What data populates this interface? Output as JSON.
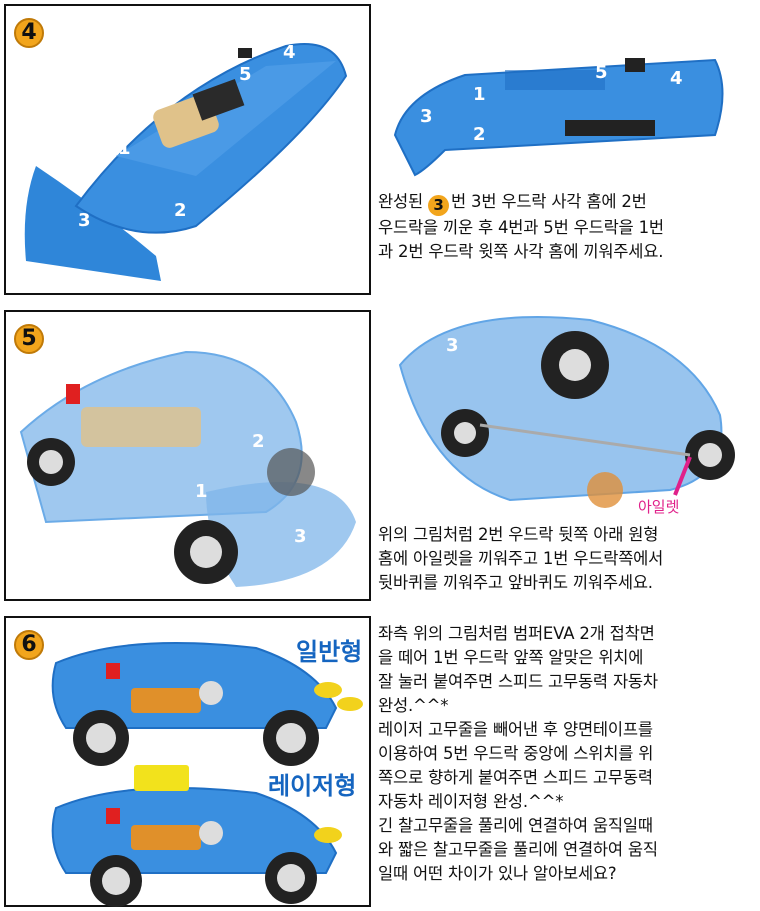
{
  "steps": [
    {
      "number": "4",
      "part_labels_left": [
        "4",
        "5",
        "1",
        "2",
        "3"
      ],
      "part_labels_right": [
        "1",
        "5",
        "4",
        "3",
        "2"
      ],
      "circle_num": "3",
      "lines": [
        "번 3번 우드락 사각 홈에 2번",
        "우드락을 끼운 후 4번과 5번 우드락을 1번",
        "과 2번 우드락 윗쪽 사각 홈에 끼워주세요."
      ],
      "lead": "완성된"
    },
    {
      "number": "5",
      "part_labels_left": [
        "2",
        "1",
        "3"
      ],
      "part_labels_right": [
        "3"
      ],
      "eyelet_label": "아일렛",
      "lines": [
        "위의 그림처럼 2번 우드락 뒷쪽 아래 원형",
        "홈에 아일렛을 끼워주고 1번 우드락쪽에서",
        "뒷바퀴를 끼워주고 앞바퀴도 끼워주세요."
      ]
    },
    {
      "number": "6",
      "variant_normal": "일반형",
      "variant_laser": "레이저형",
      "lines": [
        "좌측 위의 그림처럼 범퍼EVA 2개 접착면",
        "을 떼어 1번 우드락 앞쪽 알맞은 위치에",
        "잘 눌러 붙여주면 스피드 고무동력 자동차",
        "완성.^^*",
        "레이저 고무줄을 빼어낸 후 양면테이프를",
        "이용하여 5번 우드락 중앙에 스위치를 위",
        "쪽으로 향하게 붙여주면 스피드 고무동력",
        "자동차 레이저형 완성.^^*",
        "긴 찰고무줄을 풀리에 연결하여 움직일때",
        "와 짧은 찰고무줄을 풀리에 연결하여 움직",
        "일때 어떤 차이가 있나 알아보세요?"
      ]
    }
  ],
  "colors": {
    "foam": "#3a8fe0",
    "foam_dark": "#1f6fc4",
    "badge": "#f2a51c",
    "variant_text": "#1565c0",
    "eyelet": "#e0218a"
  }
}
